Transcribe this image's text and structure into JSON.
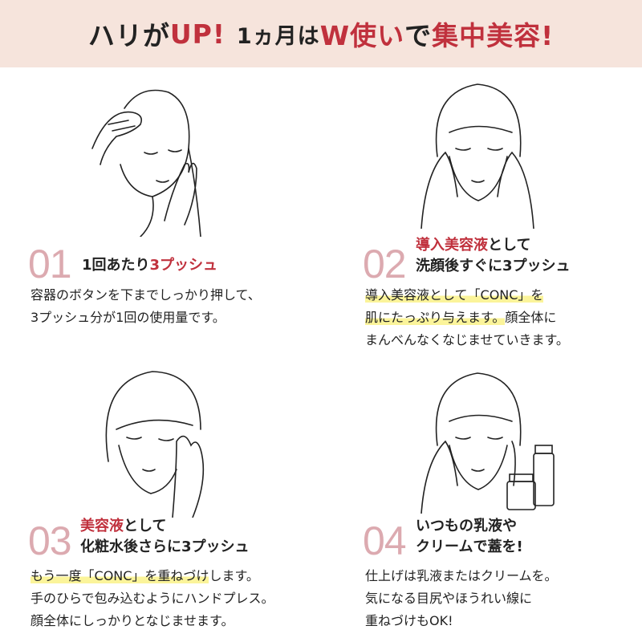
{
  "title": {
    "p1": "ハリが",
    "p2": "UP!",
    "p3": "1ヵ月は",
    "p4": "W使い",
    "p5": "で",
    "p6": "集中美容!"
  },
  "colors": {
    "accent": "#c0313d",
    "number": "#dcaab0",
    "header_bg": "#f6e4dc",
    "highlight": "#fbf49a"
  },
  "steps": [
    {
      "num": "01",
      "head_plain_1": "1回あたり",
      "head_red": "3プッシュ",
      "body": [
        "容器のボタンを下までしっかり押して、",
        "3プッシュ分が1回の使用量です。"
      ]
    },
    {
      "num": "02",
      "head_red": "導入美容液",
      "head_plain_1": "として",
      "head_line2": "洗顔後すぐに3プッシュ",
      "body_hl1": "導入美容液として「CONC」を",
      "body_hl2": "肌にたっぷり与えます。",
      "body_2rest": "顔全体に",
      "body_3": "まんべんなくなじませていきます。"
    },
    {
      "num": "03",
      "head_red": "美容液",
      "head_plain_1": "として",
      "head_line2": "化粧水後さらに3プッシュ",
      "body_hl1": "もう一度「CONC」を重ねづけ",
      "body_1rest": "します。",
      "body_2": "手のひらで包み込むようにハンドプレス。",
      "body_3": "顔全体にしっかりとなじませます。"
    },
    {
      "num": "04",
      "head_line1": "いつもの乳液や",
      "head_line2": "クリームで蓋を!",
      "body": [
        "仕上げは乳液またはクリームを。",
        "気になる目尻やほうれい線に",
        "重ねづけもOK!"
      ]
    }
  ]
}
